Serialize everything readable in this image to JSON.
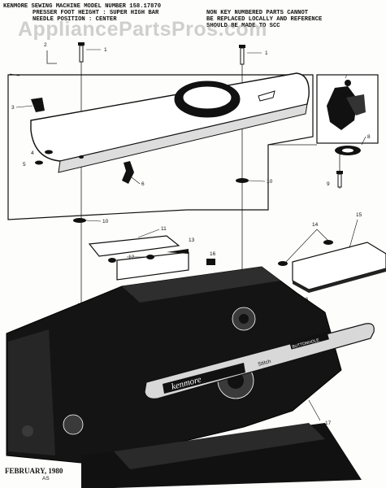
{
  "header": {
    "line1": "KENMORE SEWING MACHINE   MODEL NUMBER 158.17870",
    "line2_left": "PRESSER FOOT HEIGHT : SUPER HIGH BAR",
    "line3_left": "NEEDLE POSITION : CENTER",
    "line2_right": "NON KEY NUMBERED PARTS CANNOT",
    "line3_right": "BE REPLACED LOCALLY AND REFERENCE",
    "line4_right": "SHOULD BE MADE TO SCC"
  },
  "watermark": "AppliancePartsPros.com",
  "footer_date": "FEBRUARY, 1980",
  "faceplate": {
    "brand": "kenmore",
    "sub_label": "Stitch",
    "badge": "BUTTONHOLE"
  },
  "callouts": {
    "p1a": "1",
    "p1b": "1",
    "p2": "2",
    "p3": "3",
    "p4": "4",
    "p5": "5",
    "p6": "6",
    "p7": "7",
    "p8": "8",
    "p9": "9",
    "p10a": "10",
    "p10b": "10",
    "p11": "11",
    "p12": "12",
    "p13": "13",
    "p14": "14",
    "p15": "15",
    "p16a": "16",
    "p16b": "16",
    "p16c": "16",
    "p16d": "16",
    "p17": "17",
    "p18": "AS"
  }
}
